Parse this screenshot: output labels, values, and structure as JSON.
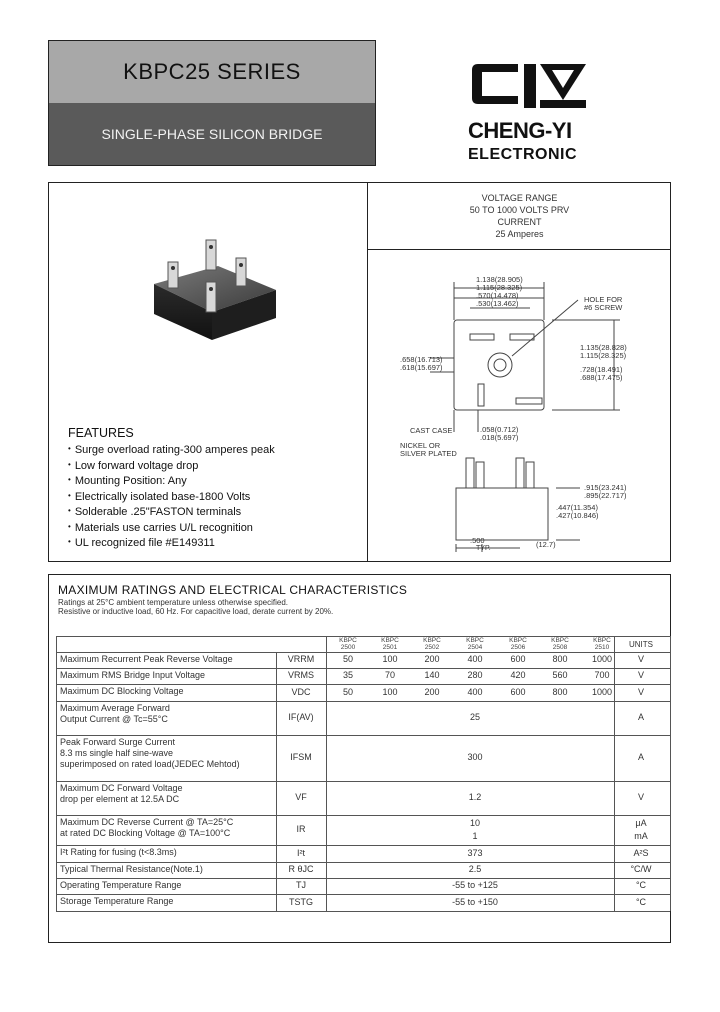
{
  "header": {
    "series_title": "KBPC25 SERIES",
    "subtitle": "SINGLE-PHASE SILICON BRIDGE",
    "brand_name": "CHENG-YI",
    "brand_sub": "ELECTRONIC"
  },
  "voltage_range": {
    "line1": "VOLTAGE RANGE",
    "line2": "50 TO 1000 VOLTS PRV",
    "line3": "CURRENT",
    "line4": "25 Amperes"
  },
  "dimensions": {
    "top_width_1": "1.138(28.905)",
    "top_width_2": "1.115(28.325)",
    "top_width_3": ".570(14.478)",
    "top_width_4": ".530(13.462)",
    "hole_1": "HOLE FOR",
    "hole_2": "#6 SCREW",
    "right_1": "1.135(28.828)",
    "right_2": "1.115(28.325)",
    "right_3": ".728(18.491)",
    "right_4": ".688(17.475)",
    "left_1": ".658(16.713)",
    "left_2": ".618(15.697)",
    "cast_case": "CAST CASE",
    "bottom_1": ".058(0.712)",
    "bottom_2": ".018(5.697)",
    "nickel_1": "NICKEL OR",
    "nickel_2": "SILVER PLATED",
    "side_1": ".915(23.241)",
    "side_2": ".895(22.717)",
    "side_3": ".447(11.354)",
    "side_4": ".427(10.846)",
    "pitch": ".500",
    "typ": "TYP.",
    "pitch_mm": "(12.7)"
  },
  "features": {
    "title": "FEATURES",
    "items": [
      "Surge overload rating-300 amperes peak",
      "Low forward voltage drop",
      "Mounting Position: Any",
      "Electrically isolated base-1800 Volts",
      "Solderable .25\"FASTON terminals",
      "Materials use carries U/L recognition",
      "UL recognized file #E149311"
    ]
  },
  "ratings": {
    "title": "MAXIMUM RATINGS AND ELECTRICAL CHARACTERISTICS",
    "note1": "Ratings at 25°C ambient temperature unless otherwise specified.",
    "note2": "Resistive or inductive load, 60 Hz. For capacitive load, derate current by 20%.",
    "columns": [
      {
        "top": "KBPC",
        "bot": "2500"
      },
      {
        "top": "KBPC",
        "bot": "2501"
      },
      {
        "top": "KBPC",
        "bot": "2502"
      },
      {
        "top": "KBPC",
        "bot": "2504"
      },
      {
        "top": "KBPC",
        "bot": "2506"
      },
      {
        "top": "KBPC",
        "bot": "2508"
      },
      {
        "top": "KBPC",
        "bot": "2510"
      }
    ],
    "units_header": "UNITS",
    "rows": [
      {
        "param": [
          "Maximum Recurrent Peak Reverse Voltage"
        ],
        "symbol": "VRRM",
        "values": [
          "50",
          "100",
          "200",
          "400",
          "600",
          "800",
          "1000"
        ],
        "unit": "V"
      },
      {
        "param": [
          "Maximum RMS Bridge Input Voltage"
        ],
        "symbol": "VRMS",
        "values": [
          "35",
          "70",
          "140",
          "280",
          "420",
          "560",
          "700"
        ],
        "unit": "V"
      },
      {
        "param": [
          "Maximum DC Blocking Voltage"
        ],
        "symbol": "VDC",
        "values": [
          "50",
          "100",
          "200",
          "400",
          "600",
          "800",
          "1000"
        ],
        "unit": "V"
      },
      {
        "param": [
          "Maximum Average Forward",
          "Output Current @ Tc=55°C"
        ],
        "symbol": "IF(AV)",
        "value": "25",
        "unit": "A"
      },
      {
        "param": [
          "Peak Forward Surge Current",
          "8.3 ms single half sine-wave",
          "superimposed on rated load(JEDEC Mehtod)"
        ],
        "symbol": "IFSM",
        "value": "300",
        "unit": "A"
      },
      {
        "param": [
          "Maximum DC Forward Voltage",
          "drop per element at 12.5A DC"
        ],
        "symbol": "VF",
        "value": "1.2",
        "unit": "V"
      },
      {
        "param": [
          "Maximum DC Reverse Current  @ TA=25°C",
          "at rated DC Blocking Voltage   @ TA=100°C"
        ],
        "symbol": "IR",
        "value_lines": [
          "10",
          "1"
        ],
        "unit_lines": [
          "μA",
          "mA"
        ]
      },
      {
        "param": [
          "I²t Rating for fusing (t<8.3ms)"
        ],
        "symbol": "I²t",
        "value": "373",
        "unit": "A²S"
      },
      {
        "param": [
          "Typical Thermal Resistance(Note.1)"
        ],
        "symbol": "R θJC",
        "value": "2.5",
        "unit": "°C/W"
      },
      {
        "param": [
          "Operating Temperature Range"
        ],
        "symbol": "TJ",
        "value": "-55 to +125",
        "unit": "°C"
      },
      {
        "param": [
          "Storage Temperature Range"
        ],
        "symbol": "TSTG",
        "value": "-55 to +150",
        "unit": "°C"
      }
    ]
  }
}
